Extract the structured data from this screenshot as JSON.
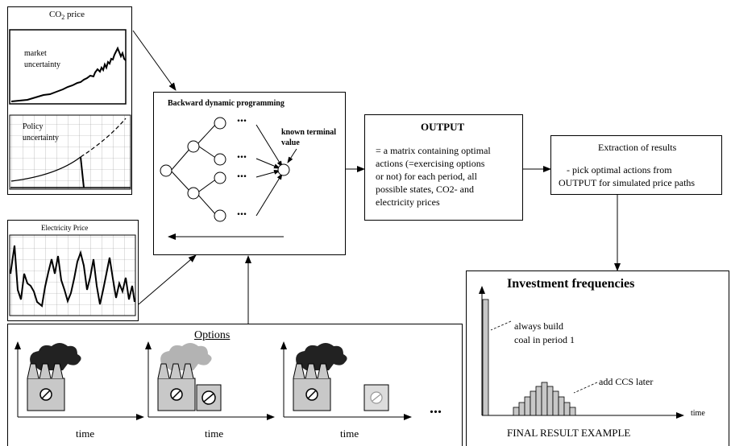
{
  "co2_panel": {
    "title_main": "CO",
    "title_sub": "2",
    "title_tail": " price",
    "market_label_1": "market",
    "market_label_2": "uncertainty",
    "policy_label_1": "Policy",
    "policy_label_2": "uncertainty"
  },
  "electricity_panel": {
    "title": "Electricity Price"
  },
  "dp_box": {
    "title": "Backward dynamic programming",
    "ellipsis": "...",
    "terminal_label_1": "known terminal",
    "terminal_label_2": "value"
  },
  "output_box": {
    "title": "OUTPUT",
    "lines": [
      "= a matrix containing optimal",
      "actions (=exercising options",
      "or not) for each period, all",
      "possible states, CO2- and",
      "electricity prices"
    ]
  },
  "extraction_box": {
    "title": "Extraction of results",
    "line_1": "- pick optimal actions from",
    "line_2": "OUTPUT for simulated price paths"
  },
  "investment_panel": {
    "title": "Investment frequencies",
    "annotation_1_line_1": "always build",
    "annotation_1_line_2": "coal in period 1",
    "annotation_2": "add CCS later",
    "axis_label": "time",
    "footer": "FINAL RESULT EXAMPLE"
  },
  "options_panel": {
    "title": "Options",
    "time_labels": [
      "time",
      "time",
      "time"
    ],
    "ellipsis": "..."
  },
  "colors": {
    "smoke_dark": "#222222",
    "smoke_light": "#b3b3b3",
    "factory_fill": "#c8c8c8",
    "bar_fill": "#c8c8c8"
  }
}
